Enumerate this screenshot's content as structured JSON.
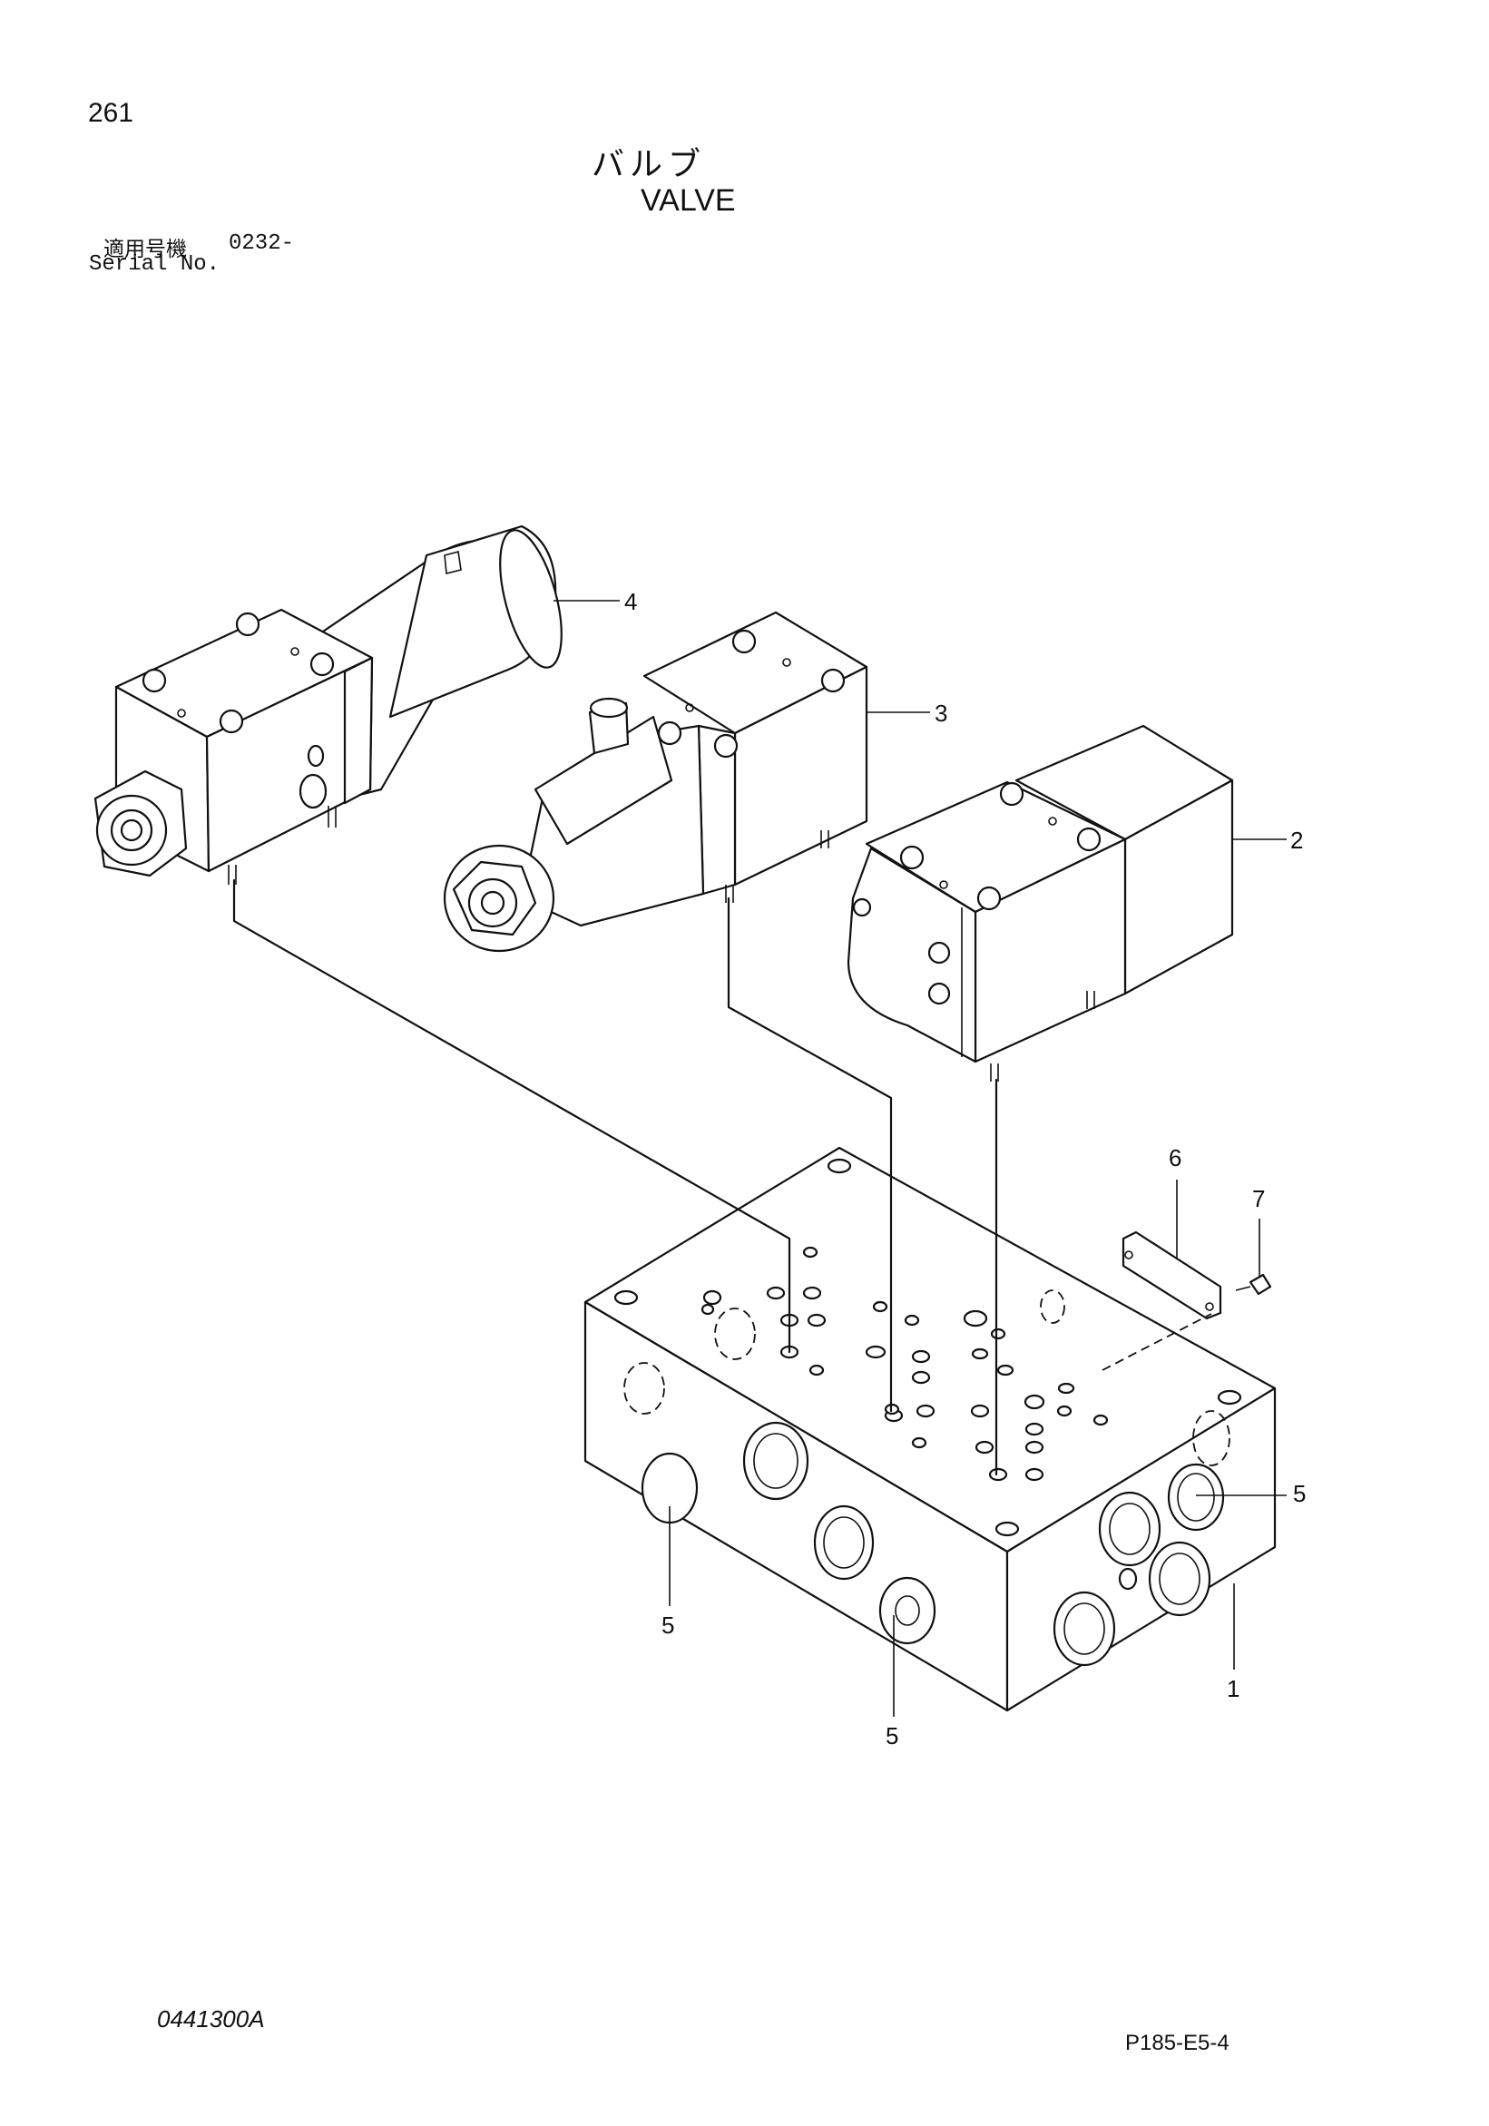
{
  "page_number": "261",
  "title_jp": "バルブ",
  "title_en": "VALVE",
  "serial": {
    "label_jp": "適用号機",
    "value": "0232-",
    "label_en": "Serial No."
  },
  "callouts": {
    "c1": "1",
    "c2": "2",
    "c3": "3",
    "c4": "4",
    "c5a": "5",
    "c5b": "5",
    "c5c": "5",
    "c6": "6",
    "c7": "7"
  },
  "document_code": "0441300A",
  "page_reference": "P185-E5-4"
}
